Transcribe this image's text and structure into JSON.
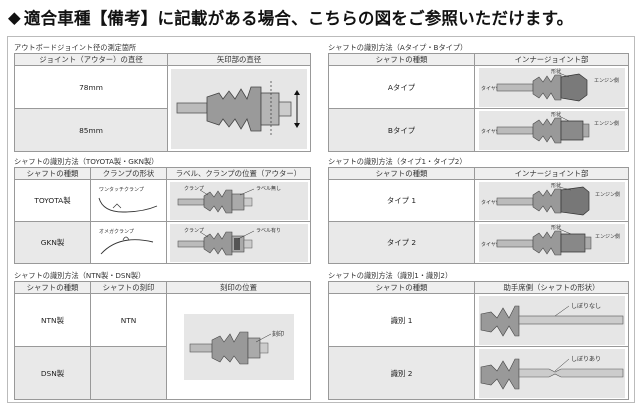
{
  "banner": {
    "diamond": "◆",
    "text": "適合車種【備考】に記載がある場合、こちらの図をご参照いただけます。"
  },
  "sections": {
    "outboard": {
      "title": "アウトボードジョイント径の測定箇所",
      "col1": "ジョイント（アウター）の直径",
      "col2": "矢印部の直径",
      "rows": [
        "78mm",
        "85mm"
      ]
    },
    "shaft_ab": {
      "title": "シャフトの識別方法（Aタイプ・Bタイプ）",
      "col1": "シャフトの種類",
      "col2": "インナージョイント部",
      "rows": [
        "Aタイプ",
        "Bタイプ"
      ],
      "shape_label": "形状",
      "engine_side": "エンジン側",
      "tire_side": "タイヤ側"
    },
    "toyota_gkn": {
      "title": "シャフトの識別方法（TOYOTA製・GKN製）",
      "col1": "シャフトの種類",
      "col2": "クランプの形状",
      "col3": "ラベル、クランプの位置（アウター）",
      "rows": [
        {
          "name": "TOYOTA製",
          "clamp_name": "ワンタッチクランプ",
          "clamp_label": "クランプ",
          "label_note": "ラベル無し"
        },
        {
          "name": "GKN製",
          "clamp_name": "オメガクランプ",
          "clamp_label": "クランプ",
          "label_note": "ラベル有り"
        }
      ]
    },
    "type12": {
      "title": "シャフトの識別方法（タイプ1・タイプ2）",
      "col1": "シャフトの種類",
      "col2": "インナージョイント部",
      "rows": [
        "タイプ 1",
        "タイプ 2"
      ],
      "shape_label": "形状",
      "engine_side": "エンジン側",
      "tire_side": "タイヤ側"
    },
    "ntn_dsn": {
      "title": "シャフトの識別方法（NTN製・DSN製）",
      "col1": "シャフトの種類",
      "col2": "シャフトの刻印",
      "col3": "刻印の位置",
      "rows": [
        "NTN製",
        "DSN製"
      ],
      "stamp": "NTN",
      "stamp_label": "刻印"
    },
    "id12": {
      "title": "シャフトの識別方法（識別1・識別2）",
      "col1": "シャフトの種類",
      "col2": "助手席側（シャフトの形状）",
      "rows": [
        {
          "name": "識別 1",
          "note": "しぼりなし"
        },
        {
          "name": "識別 2",
          "note": "しぼりあり"
        }
      ]
    }
  }
}
